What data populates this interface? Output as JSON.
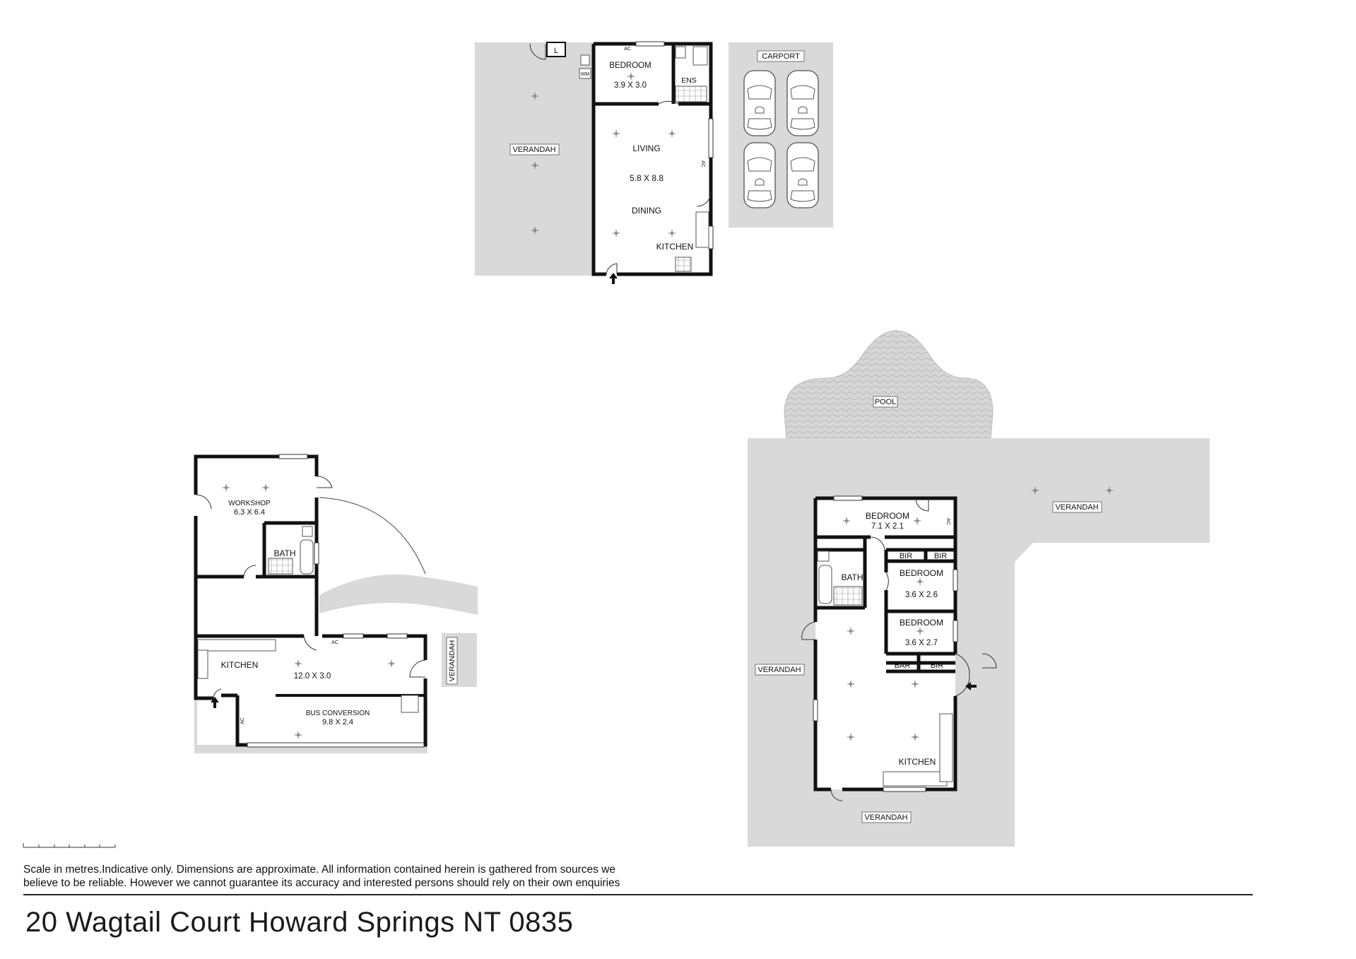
{
  "address": "20 Wagtail Court Howard Springs NT 0835",
  "disclaimer": {
    "line1": "Scale in metres.Indicative only. Dimensions are approximate. All information contained herein is gathered from sources we",
    "line2": "believe to be reliable. However we cannot guarantee its accuracy and interested persons should rely on their own enquiries"
  },
  "labels": {
    "verandah": "VERANDAH",
    "carport": "CARPORT",
    "pool": "POOL",
    "bedroom": "BEDROOM",
    "bedroom_top_dim": "3.9 X 3.0",
    "ens": "ENS",
    "living": "LIVING",
    "living_dim": "5.8 X 8.8",
    "dining": "DINING",
    "kitchen": "KITCHEN",
    "laundry": "L",
    "wm": "WM",
    "ac": "AC",
    "workshop": "WORKSHOP",
    "workshop_dim": "6.3 X 6.4",
    "bath": "BATH",
    "kitchen_dim": "12.0 X 3.0",
    "bus_conversion": "BUS CONVERSION",
    "bus_dim": "9.8 X 2.4",
    "bedroom_main_dim": "7.1 X 2.1",
    "bir": "BIR",
    "bar": "BAR",
    "bedroom2_dim": "3.6 X 2.6",
    "bedroom3_dim": "3.6 X 2.7"
  },
  "colors": {
    "verandah": "#d9d9d9",
    "wall": "#111111",
    "pool": "#d4d4d4"
  }
}
